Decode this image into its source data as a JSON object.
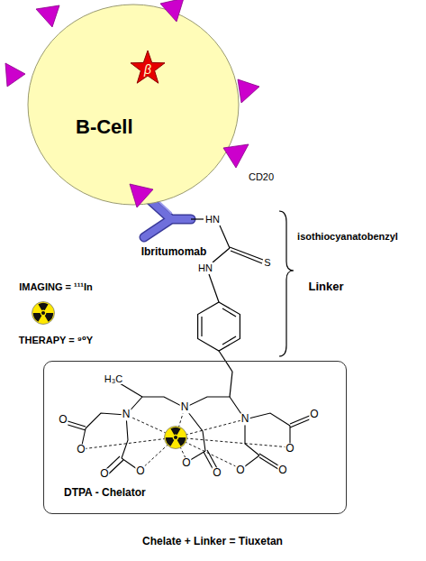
{
  "diagram": {
    "caption": "Chelate + Linker = Tiuxetan",
    "nodes": [
      {
        "text": [
          "B-Cell"
        ]
      },
      {
        "text": [
          "β"
        ],
        "in": 0
      },
      {
        "text": [
          "DTPA - Chelator"
        ]
      }
    ],
    "labels": [
      "CD20",
      "Ibritumomab",
      "HN",
      "S",
      "HN",
      "isothiocyanatobenzyl",
      "Linker",
      "IMAGING = ¹¹¹In",
      "THERAPY = ⁹⁰Y",
      "H₃C",
      "N",
      "N",
      "N",
      "O",
      "O",
      "O",
      "O",
      "O",
      "O",
      "O",
      "O",
      "O",
      "O"
    ]
  }
}
